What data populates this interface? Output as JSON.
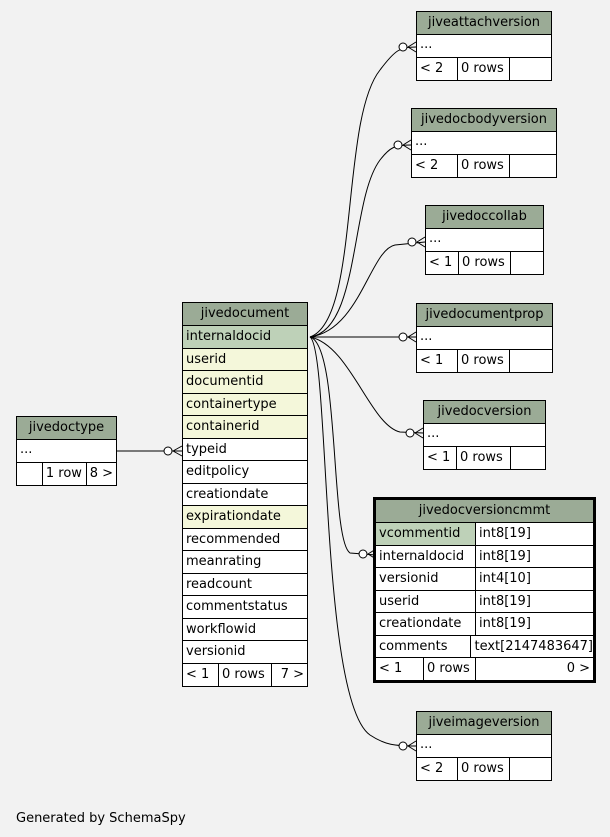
{
  "jivedoctype": {
    "name": "jivedoctype",
    "dots": "...",
    "footer": [
      "",
      "1 row",
      "8 >"
    ]
  },
  "jivedocument": {
    "name": "jivedocument",
    "columns": [
      "internaldocid",
      "userid",
      "documentid",
      "containertype",
      "containerid",
      "typeid",
      "editpolicy",
      "creationdate",
      "expirationdate",
      "recommended",
      "meanrating",
      "readcount",
      "commentstatus",
      "workflowid",
      "versionid"
    ],
    "footer": [
      "< 1",
      "0 rows",
      "7 >"
    ]
  },
  "jiveattachversion": {
    "name": "jiveattachversion",
    "dots": "...",
    "footer": [
      "< 2",
      "0 rows",
      ""
    ]
  },
  "jivedocbodyversion": {
    "name": "jivedocbodyversion",
    "dots": "...",
    "footer": [
      "< 2",
      "0 rows",
      ""
    ]
  },
  "jivedoccollab": {
    "name": "jivedoccollab",
    "dots": "...",
    "footer": [
      "< 1",
      "0 rows",
      ""
    ]
  },
  "jivedocumentprop": {
    "name": "jivedocumentprop",
    "dots": "...",
    "footer": [
      "< 1",
      "0 rows",
      ""
    ]
  },
  "jivedocversion": {
    "name": "jivedocversion",
    "dots": "...",
    "footer": [
      "< 1",
      "0 rows",
      ""
    ]
  },
  "jivedocversioncmmt": {
    "name": "jivedocversioncmmt",
    "columns": [
      [
        "vcommentid",
        "int8[19]"
      ],
      [
        "internaldocid",
        "int8[19]"
      ],
      [
        "versionid",
        "int4[10]"
      ],
      [
        "userid",
        "int8[19]"
      ],
      [
        "creationdate",
        "int8[19]"
      ],
      [
        "comments",
        "text[2147483647]"
      ]
    ],
    "footer": [
      "< 1",
      "0 rows",
      "0 >"
    ]
  },
  "jiveimageversion": {
    "name": "jiveimageversion",
    "dots": "...",
    "footer": [
      "< 2",
      "0 rows",
      ""
    ]
  },
  "footer_note": "Generated by SchemaSpy"
}
